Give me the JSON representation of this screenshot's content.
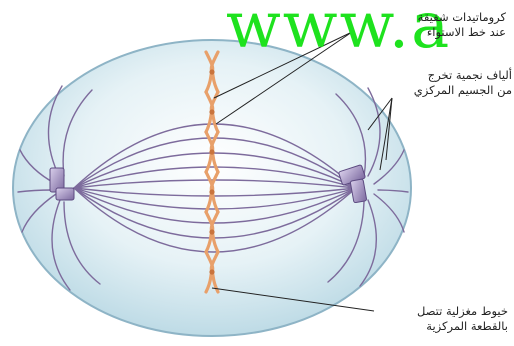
{
  "watermark": "www.a",
  "labels": {
    "chromatids_line1": "كروماتيدات شقيقة",
    "chromatids_line2": "عند خط الاستواء",
    "aster_line1": "ألياف نجمية تخرج",
    "aster_line2": "من الجسيم المركزي",
    "spindle_line1": "خيوط مغزلية تتصل",
    "spindle_line2": "بالقطعة المركزية"
  },
  "colors": {
    "cell_fill": "#cfe6ee",
    "cell_outline": "#8eb4c6",
    "fiber": "#7d6b9c",
    "chromosome": "#e8a06a",
    "centriole": "#9d8bb9",
    "watermark": "#1ee21e"
  }
}
